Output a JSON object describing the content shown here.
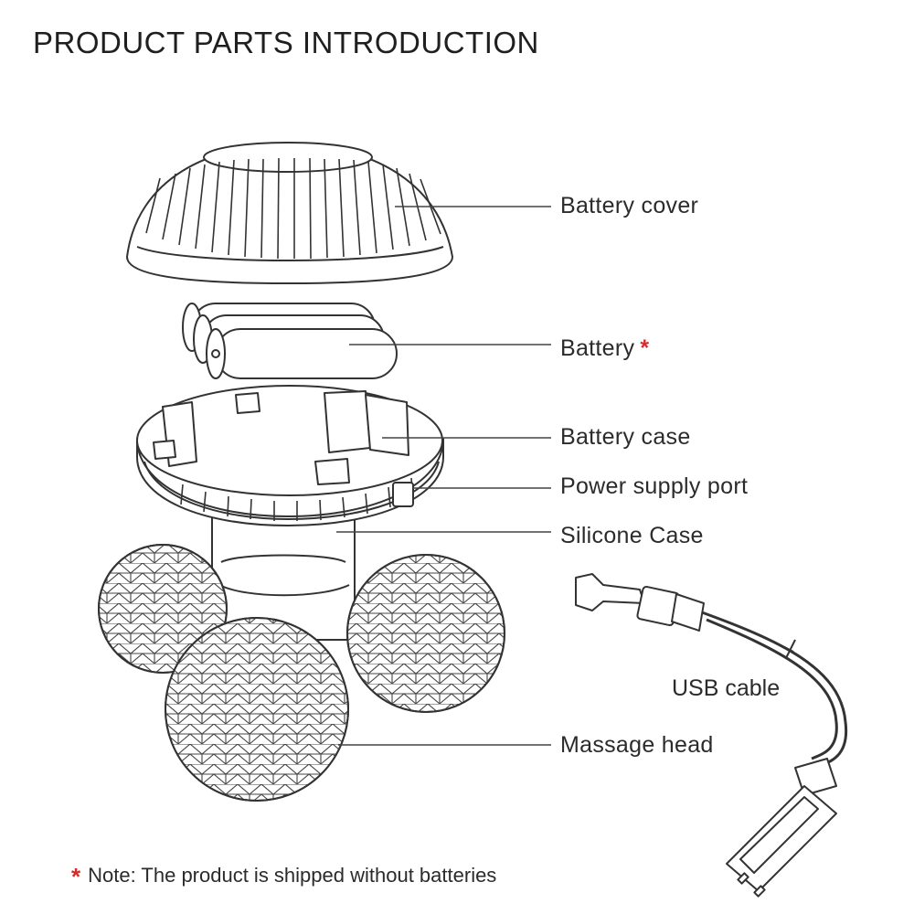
{
  "title": "PRODUCT PARTS INTRODUCTION",
  "labels": {
    "battery_cover": "Battery cover",
    "battery": "Battery",
    "battery_case": "Battery case",
    "power_supply_port": "Power supply port",
    "silicone_case": "Silicone Case",
    "usb_cable": "USB cable",
    "massage_head": "Massage head"
  },
  "required_mark": "*",
  "note": {
    "marker": "*",
    "text": "Note: The product is shipped without batteries"
  },
  "colors": {
    "line_art": "#333333",
    "text": "#2b2b2b",
    "accent_star": "#d62b2b"
  }
}
